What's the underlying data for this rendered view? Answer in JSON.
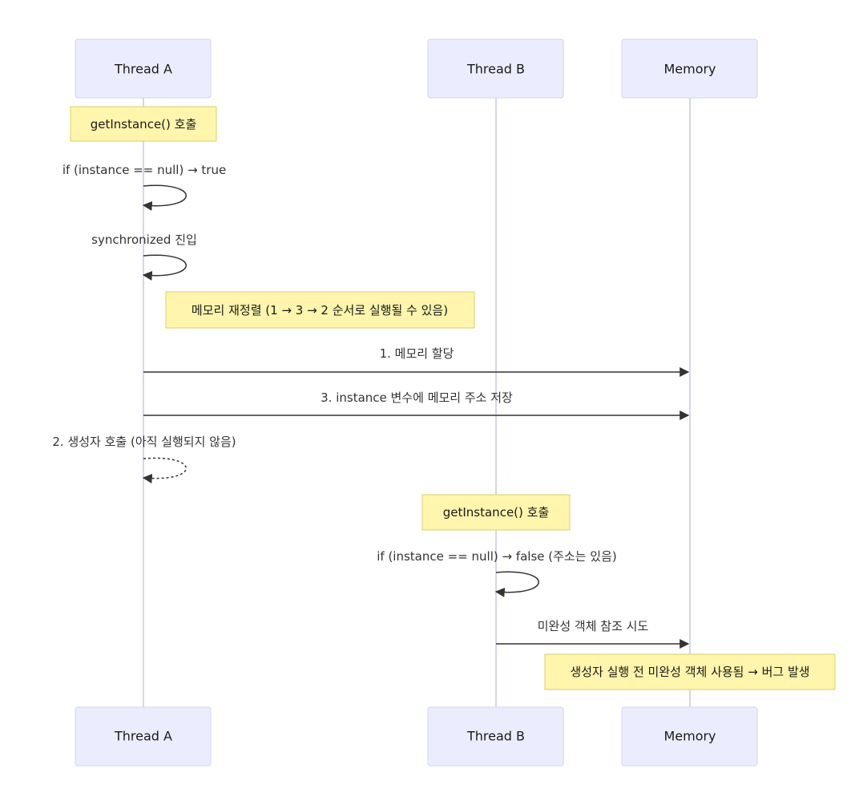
{
  "actors": [
    {
      "id": "A",
      "label": "Thread A"
    },
    {
      "id": "B",
      "label": "Thread B"
    },
    {
      "id": "M",
      "label": "Memory"
    }
  ],
  "notes": [
    {
      "over": "A",
      "text": "getInstance() 호출"
    },
    {
      "over": "A-M",
      "text": "메모리 재정렬 (1 → 3 → 2 순서로 실행될 수 있음)"
    },
    {
      "over": "B",
      "text": "getInstance() 호출"
    },
    {
      "over": "M",
      "text": "생성자 실행 전 미완성 객체 사용됨 → 버그 발생"
    }
  ],
  "messages": [
    {
      "from": "A",
      "to": "A",
      "text": "if (instance == null) → true",
      "style": "solid"
    },
    {
      "from": "A",
      "to": "A",
      "text": "synchronized 진입",
      "style": "solid"
    },
    {
      "from": "A",
      "to": "M",
      "text": "1. 메모리 할당",
      "style": "solid"
    },
    {
      "from": "A",
      "to": "M",
      "text": "3. instance 변수에 메모리 주소 저장",
      "style": "solid"
    },
    {
      "from": "A",
      "to": "A",
      "text": "2. 생성자 호출 (아직 실행되지 않음)",
      "style": "dashed"
    },
    {
      "from": "B",
      "to": "B",
      "text": "if (instance == null) → false (주소는 있음)",
      "style": "solid"
    },
    {
      "from": "B",
      "to": "M",
      "text": "미완성 객체 참조 시도",
      "style": "solid"
    }
  ]
}
